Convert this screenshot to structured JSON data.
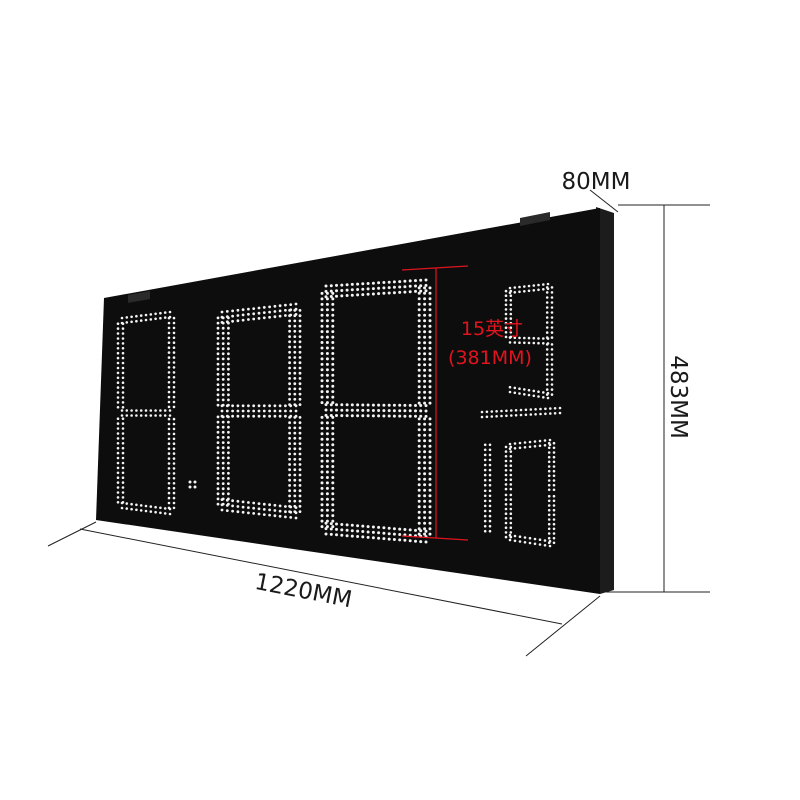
{
  "display": {
    "digits": [
      "8",
      "8",
      "8"
    ],
    "fraction_digits": [
      "9",
      "10"
    ]
  },
  "dimensions": {
    "depth": "80MM",
    "height": "483MM",
    "width": "1220MM",
    "digit_height_line1": "15英寸",
    "digit_height_line2": "(381MM)"
  },
  "colors": {
    "panel": "#0d0d0d",
    "panel_edge": "#1c1c1c",
    "led": "#f4f4f4",
    "annotation_red": "#e0141e",
    "dimension_lines": "#222222"
  }
}
